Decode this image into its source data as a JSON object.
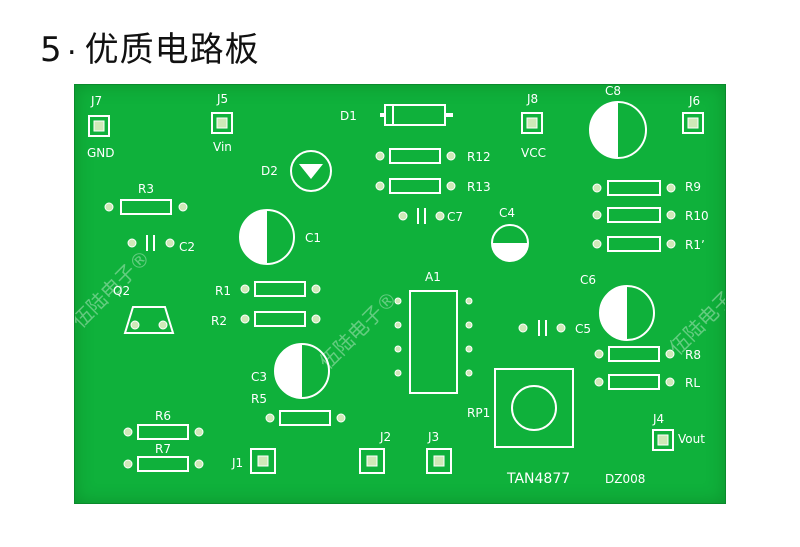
{
  "title": {
    "number": "5",
    "separator": ".",
    "text": "优质电路板"
  },
  "board": {
    "color": "#0fb13b",
    "silk_color": "#ffffff",
    "pad_color": "#cfe9b8",
    "labels": {
      "j7": "J7",
      "gnd": "GND",
      "j5": "J5",
      "vin": "Vin",
      "d1": "D1",
      "j8": "J8",
      "vcc": "VCC",
      "c8": "C8",
      "j6": "J6",
      "d2": "D2",
      "r12": "R12",
      "r13": "R13",
      "r3": "R3",
      "c7": "C7",
      "c4": "C4",
      "c1": "C1",
      "c2": "C2",
      "r9": "R9",
      "r10": "R10",
      "r11": "R1ʼ",
      "a1": "A1",
      "c6": "C6",
      "q2": "Q2",
      "r1": "R1",
      "r2": "R2",
      "c5": "C5",
      "c3": "C3",
      "r8": "R8",
      "rl": "RL",
      "r5": "R5",
      "rp1": "RP1",
      "r6": "R6",
      "j2": "J2",
      "j3": "J3",
      "j4": "J4",
      "vout": "Vout",
      "r7": "R7",
      "j1": "J1",
      "model": "TAN4877",
      "code": "DZ008"
    },
    "watermark": "伍陆电子®"
  }
}
